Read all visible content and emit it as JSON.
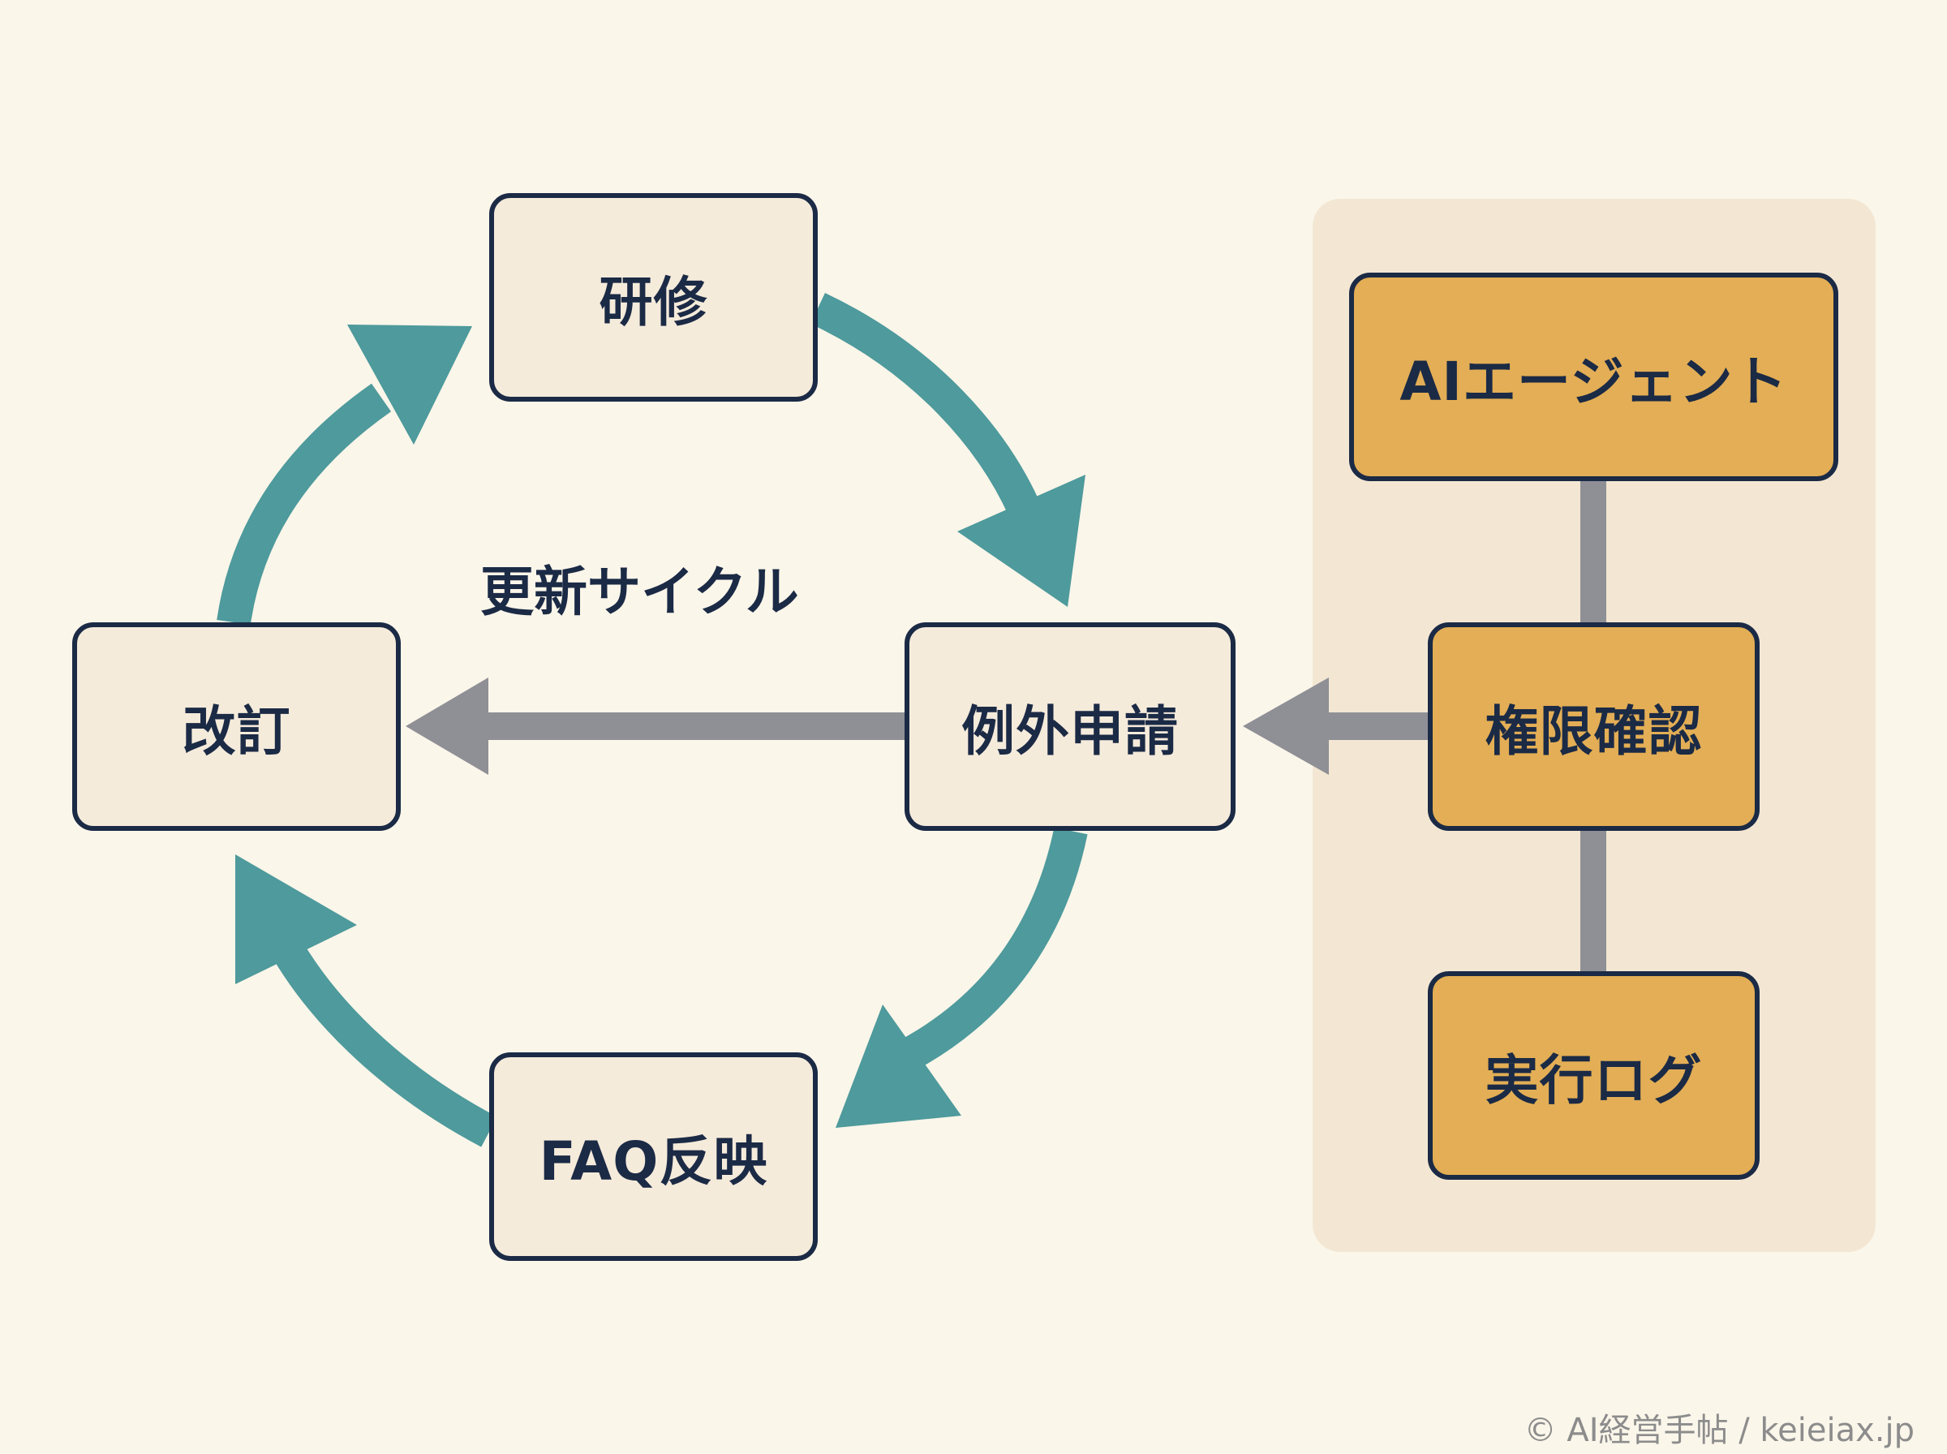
{
  "diagram": {
    "cycle_title": "更新サイクル",
    "nodes": {
      "kenshu": "研修",
      "kaitei": "改訂",
      "reigai": "例外申請",
      "faq": "FAQ反映",
      "agent": "AIエージェント",
      "kengen": "権限確認",
      "log": "実行ログ"
    },
    "colors": {
      "background": "#fbf6ea",
      "panel": "#f3e7d3",
      "cycle_node_fill": "#f5ebdb",
      "ai_node_fill": "#e3ae55",
      "border_text": "#1b2a45",
      "cycle_arrow": "#4e9a9c",
      "gray_arrow": "#8f8f96"
    }
  },
  "footer": {
    "copyright": "© AI経営手帖 / keieiax.jp"
  }
}
